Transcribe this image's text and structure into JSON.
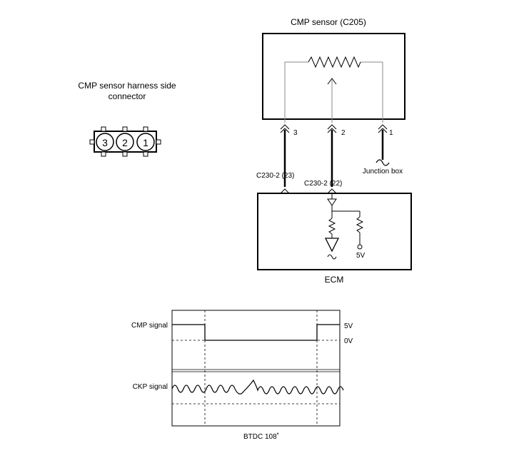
{
  "connector": {
    "title_line1": "CMP sensor harness side",
    "title_line2": "connector",
    "pins": [
      "3",
      "2",
      "1"
    ]
  },
  "sensor": {
    "title": "CMP sensor (C205)",
    "pins": [
      "3",
      "2",
      "1"
    ]
  },
  "labels": {
    "junction_box": "Junction box",
    "c230_23": "C230-2  (23)",
    "c230_22": "C230-2  (22)",
    "ecm": "ECM",
    "v5_ecm": "5V"
  },
  "waveform": {
    "cmp_signal": "CMP signal",
    "ckp_signal": "CKP signal",
    "v5": "5V",
    "v0": "0V",
    "btdc": "BTDC 108˚"
  }
}
